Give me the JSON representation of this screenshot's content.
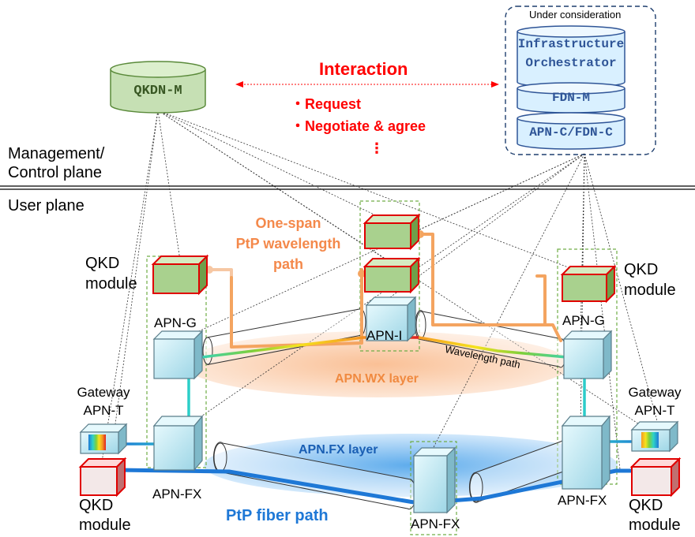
{
  "labels": {
    "qkdn_m": "QKDN-M",
    "interaction_title": "Interaction",
    "interaction_items": [
      "・Request",
      "・Negotiate & agree",
      "⋮"
    ],
    "under_consideration": "Under consideration",
    "infra_orch": [
      "Infrastructure",
      "Orchestrator"
    ],
    "fdn_m": "FDN-M",
    "apn_c_fdn_c": "APN-C/FDN-C",
    "mgmt_plane": [
      "Management/",
      "Control plane"
    ],
    "user_plane": "User plane",
    "one_span": [
      "One-span",
      "PtP wavelength",
      "path"
    ],
    "qkd_module": [
      "QKD",
      "module"
    ],
    "apn_g": "APN-G",
    "apn_i": "APN-I",
    "wavelength_path": "Wavelength path",
    "apn_wx_layer": "APN.WX layer",
    "gateway_apn_t": [
      "Gateway",
      "APN-T"
    ],
    "apn_fx": "APN-FX",
    "apn_fx_layer": "APN.FX layer",
    "ptp_fiber_path": "PtP fiber path"
  },
  "colors": {
    "interaction": "#ff0000",
    "wavelength_path": "#f4a460",
    "fiber_path": "#1e78d6",
    "wx_layer": "#fbd5b5",
    "fx_layer": "#a9d3f5",
    "db_fill": "#d9f0ff",
    "db_stroke": "#2f5597",
    "qkdn_fill": "#c6e0b4",
    "qkd_module_fill": "#a9d18e",
    "qkd_module_stroke": "#e00000",
    "apn_node_fill": "#c8eef6"
  }
}
